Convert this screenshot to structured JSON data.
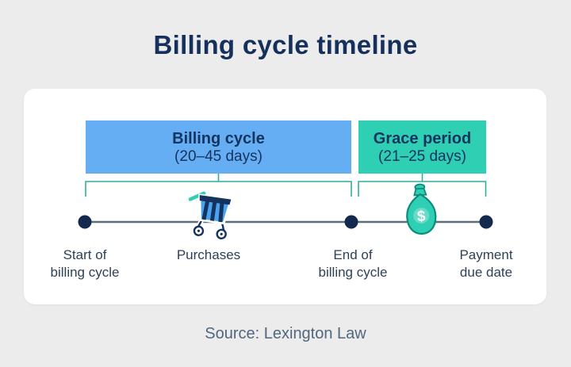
{
  "title": "Billing cycle timeline",
  "source": "Source: Lexington Law",
  "banners": {
    "billing": {
      "title": "Billing cycle",
      "subtitle": "(20–45 days)"
    },
    "grace": {
      "title": "Grace period",
      "subtitle": "(21–25 days)"
    }
  },
  "labels": {
    "start": {
      "line1": "Start of",
      "line2": "billing cycle"
    },
    "purchases": {
      "line1": "Purchases",
      "line2": ""
    },
    "end": {
      "line1": "End of",
      "line2": "billing cycle"
    },
    "payment": {
      "line1": "Payment",
      "line2": "due date"
    }
  },
  "icons": {
    "purchases": "shopping-cart-icon",
    "payment": "money-bag-icon"
  },
  "colors": {
    "background": "#ececed",
    "card": "#ffffff",
    "title_navy": "#16305c",
    "banner_blue": "#66aef4",
    "banner_teal": "#2fcfb4",
    "banner_text": "#14335f",
    "bracket_teal": "#2fae9e",
    "timeline_line": "#5c6e7e",
    "dot_navy": "#132a4d",
    "label_slate": "#2e4155",
    "source_slate": "#52677d",
    "cart_blue": "#4aa3f0",
    "cart_navy": "#16335e",
    "icon_teal": "#2fcfb4",
    "icon_teal_dark": "#0d8b7a"
  }
}
